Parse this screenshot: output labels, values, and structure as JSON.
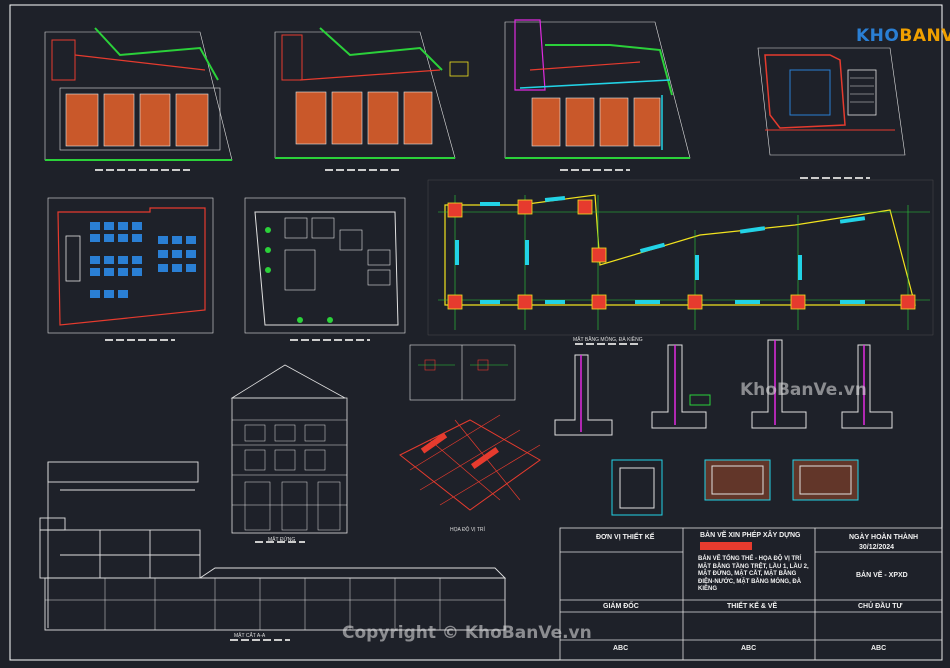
{
  "logo": {
    "text_a": "KHO",
    "text_b": "BANVE"
  },
  "watermarks": {
    "right": "KhoBanVe.vn",
    "bottom": "Copyright © KhoBanVe.vn"
  },
  "sheet_labels": {
    "foundation_plan": "MẶT BẰNG MÓNG, ĐÀ KIỀNG",
    "facade": "MẶT ĐỨNG",
    "location": "HỌA ĐỘ VỊ TRÍ",
    "section": "MẶT CẮT A-A"
  },
  "title_block": {
    "unit_label": "ĐƠN VỊ THIẾT KẾ",
    "project_label": "BẢN VẼ XIN PHÉP XÂY DỰNG",
    "date_label": "NGÀY HOÀN THÀNH",
    "date_value": "30/12/2024",
    "description": "BẢN VẼ TỔNG THỂ - HỌA ĐỘ VỊ TRÍ MẶT BẰNG TẦNG TRỆT, LẦU 1, LẦU 2, MẶT ĐỨNG, MẶT CẮT, MẶT BẰNG ĐIỆN-NƯỚC, MẶT BẰNG MÓNG, ĐÀ KIỀNG",
    "drawing_code": "BẢN VẼ - XPXD",
    "director_label": "GIÁM ĐỐC",
    "designer_label": "THIẾT KẾ & VẼ",
    "owner_label": "CHỦ ĐẦU TƯ",
    "sig1": "ABC",
    "sig2": "ABC",
    "sig3": "ABC"
  },
  "colors": {
    "background": "#1e2129",
    "frame": "#ffffff",
    "wall_red": "#e63b2e",
    "court_orange": "#c9582a",
    "grid_green": "#2bd13a",
    "beam_cyan": "#22d3e6",
    "column_yellow": "#f2e31e",
    "magenta": "#e02be0"
  }
}
